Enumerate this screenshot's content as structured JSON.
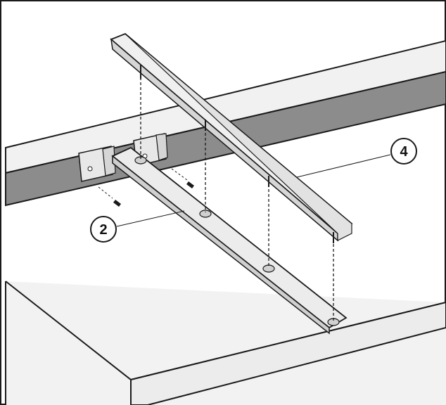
{
  "callouts": [
    {
      "id": "callout-2",
      "label": "2"
    },
    {
      "id": "callout-4",
      "label": "4"
    }
  ],
  "colors": {
    "line": "#1a1a1a",
    "panel_dark": "#8c8c8c",
    "panel_light": "#f0f0f0",
    "rail_fill": "#ececec",
    "rail_shade": "#d6d6d6"
  }
}
